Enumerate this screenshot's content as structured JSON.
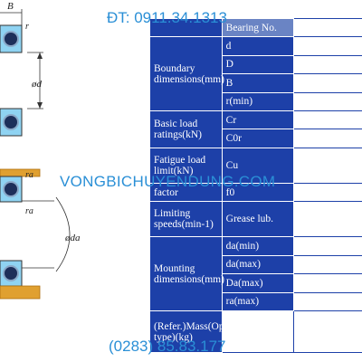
{
  "watermarks": {
    "phone": "ĐT: 0911.34.1313",
    "site": "VONGBICHUYENDUNG.COM",
    "hotline": "(0283) 85.83.177"
  },
  "diagram": {
    "labels": {
      "B": "B",
      "r": "r",
      "d": "ød",
      "ra": "ra",
      "ra2": "ra",
      "da": "øda"
    }
  },
  "table": {
    "header": "Bearing No.",
    "groups": [
      {
        "label": "Boundary dimensions(mm)",
        "symbols": [
          "d",
          "D",
          "B",
          "r(min)"
        ]
      },
      {
        "label": "Basic load ratings(kN)",
        "symbols": [
          "Cr",
          "C0r"
        ]
      },
      {
        "label": "Fatigue load limit(kN)",
        "symbols": [
          "Cu"
        ]
      },
      {
        "label": "factor",
        "symbols": [
          "f0"
        ]
      },
      {
        "label": "Limiting speeds(min-1)",
        "symbols": [
          "Grease lub."
        ]
      },
      {
        "label": "Mounting dimensions(mm)",
        "symbols": [
          "da(min)",
          "da(max)",
          "Da(max)",
          "ra(max)"
        ]
      },
      {
        "label": "(Refer.)Mass(Open type)(kg)",
        "symbols": [
          ""
        ]
      }
    ]
  }
}
